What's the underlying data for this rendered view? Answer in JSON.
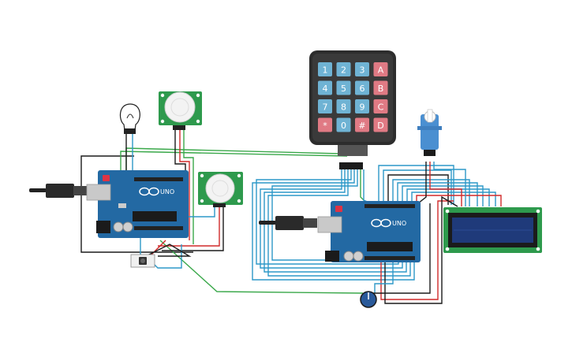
{
  "keypad": {
    "keys": [
      [
        "1",
        "2",
        "3",
        "A"
      ],
      [
        "4",
        "5",
        "6",
        "B"
      ],
      [
        "7",
        "8",
        "9",
        "C"
      ],
      [
        "*",
        "0",
        "#",
        "D"
      ]
    ],
    "colors": {
      "digit": "#6fb3d4",
      "letter": "#e07a84",
      "special": "#e07a84",
      "frame": "#2d2d2d"
    }
  },
  "arduino_left": {
    "logo_text": "UNO"
  },
  "arduino_right": {
    "logo_text": "UNO"
  },
  "components": [
    "lightbulb-icon",
    "pir-sensor",
    "pir-sensor",
    "push-button",
    "servo-motor",
    "potentiometer",
    "lcd-16x2",
    "usb-cable",
    "usb-cable"
  ],
  "colors": {
    "board": "#2369a3",
    "wire_green": "#3aa84a",
    "wire_blue": "#2d98c8",
    "wire_red": "#d12a2a",
    "wire_black": "#1b1b1b",
    "lcd_frame": "#2e9a4d",
    "lcd_screen": "#1f3a7a"
  }
}
